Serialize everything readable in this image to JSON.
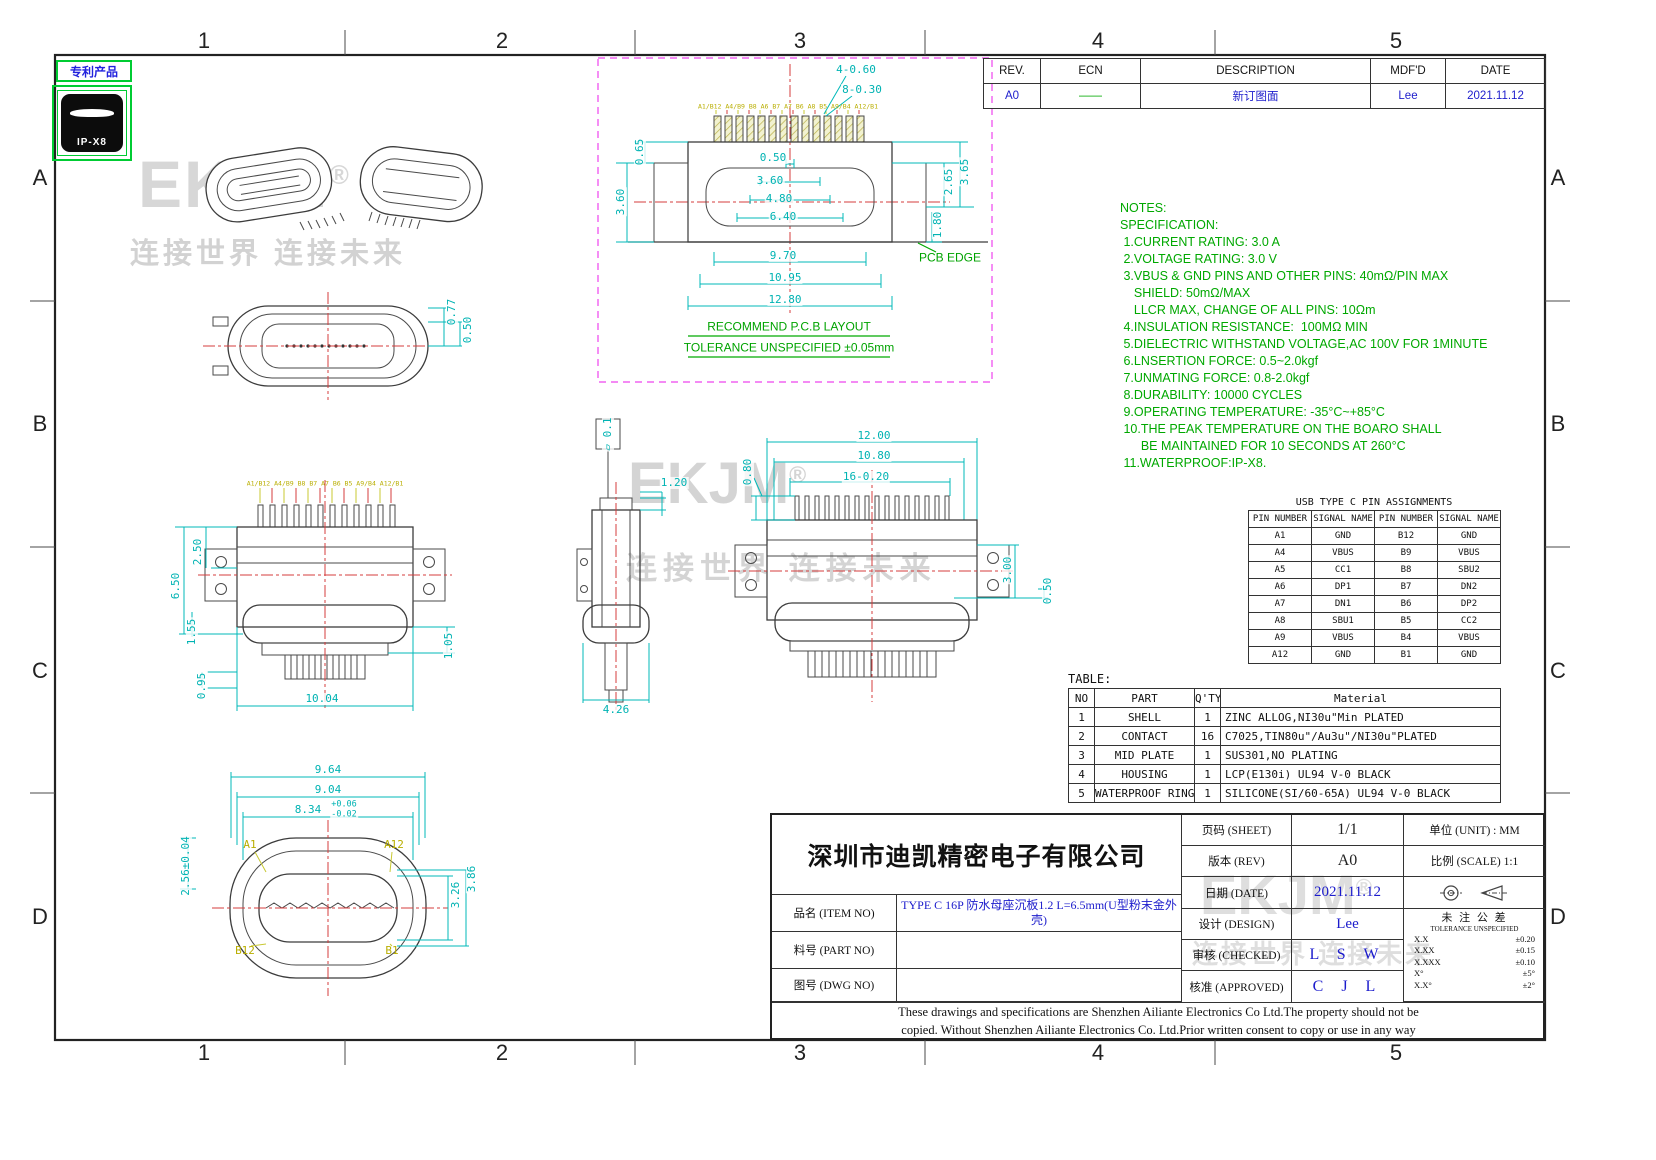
{
  "sheet": {
    "grid_cols": [
      "1",
      "2",
      "3",
      "4",
      "5"
    ],
    "grid_rows": [
      "A",
      "B",
      "C",
      "D"
    ]
  },
  "patent": {
    "label": "专利产品",
    "ip_rating": "IP-X8"
  },
  "watermark": {
    "logo": "EKJM",
    "reg": "®",
    "slogan": "连接世界  连接未来"
  },
  "revision_table": {
    "headers": [
      "REV.",
      "ECN",
      "DESCRIPTION",
      "MDF'D",
      "DATE"
    ],
    "rows": [
      [
        "A0",
        "——",
        "新订图面",
        "Lee",
        "2021.11.12"
      ]
    ]
  },
  "notes": {
    "lines": [
      "NOTES:",
      "SPECIFICATION:",
      " 1.CURRENT RATING: 3.0 A",
      " 2.VOLTAGE RATING: 3.0 V",
      " 3.VBUS & GND PINS AND OTHER PINS: 40mΩ/PIN MAX",
      "    SHIELD: 50mΩ/MAX",
      "    LLCR MAX, CHANGE OF ALL PINS: 10Ωm",
      " 4.INSULATION RESISTANCE:  100MΩ MIN",
      " 5.DIELECTRIC WITHSTAND VOLTAGE,AC 100V FOR 1MINUTE",
      " 6.LNSERTION FORCE: 0.5~2.0kgf",
      " 7.UNMATING FORCE: 0.8-2.0kgf",
      " 8.DURABILITY: 10000 CYCLES",
      " 9.OPERATING TEMPERATURE: -35°C~+85°C",
      " 10.THE PEAK TEMPERATURE ON THE BOARO SHALL",
      "      BE MAINTAINED FOR 10 SECONDS AT 260°C",
      " 11.WATERPROOF:IP-X8."
    ]
  },
  "pin_table": {
    "title": "USB TYPE C PIN ASSIGNMENTS",
    "headers": [
      "PIN NUMBER",
      "SIGNAL NAME",
      "PIN NUMBER",
      "SIGNAL NAME"
    ],
    "rows": [
      [
        "A1",
        "GND",
        "B12",
        "GND"
      ],
      [
        "A4",
        "VBUS",
        "B9",
        "VBUS"
      ],
      [
        "A5",
        "CC1",
        "B8",
        "SBU2"
      ],
      [
        "A6",
        "DP1",
        "B7",
        "DN2"
      ],
      [
        "A7",
        "DN1",
        "B6",
        "DP2"
      ],
      [
        "A8",
        "SBU1",
        "B5",
        "CC2"
      ],
      [
        "A9",
        "VBUS",
        "B4",
        "VBUS"
      ],
      [
        "A12",
        "GND",
        "B1",
        "GND"
      ]
    ]
  },
  "material_table": {
    "label": "TABLE:",
    "headers": [
      "NO",
      "PART",
      "Q'TY",
      "Material"
    ],
    "rows": [
      [
        "1",
        "SHELL",
        "1",
        "ZINC ALLOG,NI30u\"Min PLATED"
      ],
      [
        "2",
        "CONTACT",
        "16",
        "C7025,TIN80u\"/Au3u\"/NI30u\"PLATED"
      ],
      [
        "3",
        "MID PLATE",
        "1",
        "SUS301,NO PLATING"
      ],
      [
        "4",
        "HOUSING",
        "1",
        "LCP(E130i) UL94 V-0 BLACK"
      ],
      [
        "5",
        "WATERPROOF RING",
        "1",
        "SILICONE(SI/60-65A) UL94 V-0 BLACK"
      ]
    ]
  },
  "title_block": {
    "company": "深圳市迪凯精密电子有限公司",
    "sheet_label": "页码 (SHEET)",
    "sheet_value": "1/1",
    "unit_label": "单位 (UNIT) : MM",
    "rev_label": "版本 (REV)",
    "rev_value": "A0",
    "scale_label": "比例 (SCALE) 1:1",
    "date_label": "日期 (DATE)",
    "date_value": "2021.11.12",
    "design_label": "设计 (DESIGN)",
    "design_value": "Lee",
    "checked_label": "审核 (CHECKED)",
    "checked_value": "L S W",
    "approved_label": "核准 (APPROVED)",
    "approved_value": "C J L",
    "item_label": "品名 (ITEM NO)",
    "item_value": "TYPE C 16P 防水母座沉板1.2 L=6.5mm(U型粉末金外壳)",
    "part_label": "料号 (PART NO)",
    "part_value": "",
    "dwg_label": "图号 (DWG NO)",
    "dwg_value": "",
    "tolerance_title": "未 注 公 差",
    "tolerance_subtitle": "TOLERANCE UNSPECIFIED",
    "tolerances": [
      [
        "X.X",
        "±0.20"
      ],
      [
        "X.XX",
        "±0.15"
      ],
      [
        "X.XXX",
        "±0.10"
      ],
      [
        "X°",
        "±5°"
      ],
      [
        "X.X°",
        "±2°"
      ]
    ],
    "disclaimer_line1": "These drawings and specifications are Shenzhen Ailiante Electronics Co Ltd.The property should not be",
    "disclaimer_line2": "copied.  Without Shenzhen Ailiante Electronics Co. Ltd.Prior written consent to copy or use in any way"
  },
  "dims": {
    "pcb": {
      "d1": "4-0.60",
      "d2": "8-0.30",
      "d3": "0.65",
      "d4": "3.60",
      "d5": "0.50",
      "d6": "3.60",
      "d7": "4.80",
      "d8": "6.40",
      "d9": "2.65",
      "d10": "3.65",
      "d11": "1.80",
      "d12": "9.70",
      "d13": "10.95",
      "d14": "12.80",
      "pcb_edge": "PCB EDGE",
      "title": "RECOMMEND P.C.B LAYOUT",
      "tolerance": "TOLERANCE UNSPECIFIED ±0.05mm",
      "pins": "A1/B12 A4/B9 B8 A6 B7 A7 B6 A8 B5 A9/B4 A12/B1"
    },
    "top": {
      "d1": "0.77",
      "d2": "0.50"
    },
    "front_left": {
      "d1": "2.50",
      "d2": "6.50",
      "d3": "1.55",
      "d4": "0.95",
      "d5": "1.05",
      "d6": "10.04",
      "pins": "A1/B12 A4/B9 B8 B7 A7 B6 B5 A9/B4 A12/B1"
    },
    "side": {
      "flatness": "▱ 0.1",
      "d1": "1.20",
      "d2": "4.26"
    },
    "front_right": {
      "d1": "12.00",
      "d2": "10.80",
      "d3": "16-0.20",
      "d4": "0.80",
      "d5": "3.00",
      "d6": "0.50"
    },
    "bottom": {
      "d1": "9.64",
      "d2": "9.04",
      "d3": "8.34",
      "d3_tol_up": "+0.06",
      "d3_tol_dn": "-0.02",
      "d4": "2.56±0.04",
      "d5": "3.26",
      "d6": "3.86",
      "p1": "A1",
      "p2": "A12",
      "p3": "B12",
      "p4": "B1"
    }
  }
}
